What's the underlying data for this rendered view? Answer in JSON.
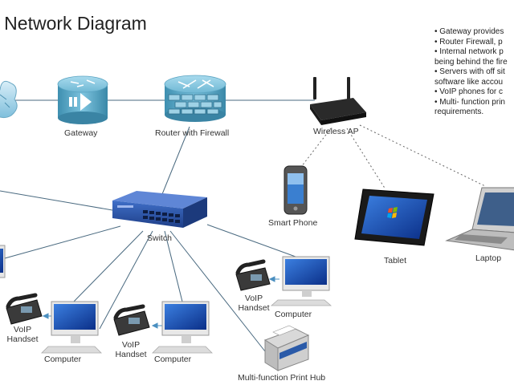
{
  "diagram": {
    "title": "e Network Diagram",
    "notes": [
      "• Gateway provides",
      "• Router Firewall, p",
      "• Internal network p",
      "being behind the fire",
      "• Servers with off sit",
      "software like accou",
      "• VoIP phones for c",
      "• Multi- function prin",
      "requirements."
    ],
    "labels": {
      "gateway": "Gateway",
      "router": "Router with Firewall",
      "wireless_ap": "Wireless AP",
      "switch": "Switch",
      "smart_phone": "Smart Phone",
      "tablet": "Tablet",
      "laptop": "Laptop",
      "voip_1": "VoIP",
      "handset_1": "Handset",
      "computer_1": "Computer",
      "voip_2": "VoIP",
      "handset_2": "Handset",
      "computer_2": "Computer",
      "voip_3": "VoIP",
      "handset_3": "Handset",
      "computer_3": "Computer",
      "print_hub": "Multi-function Print Hub"
    },
    "colors": {
      "link": "#4a6a80",
      "wireless_link": "#666666",
      "device_blue": "#5aa9c8",
      "switch_blue": "#2a56a8",
      "screen_blue": "#1e4fb0"
    }
  }
}
